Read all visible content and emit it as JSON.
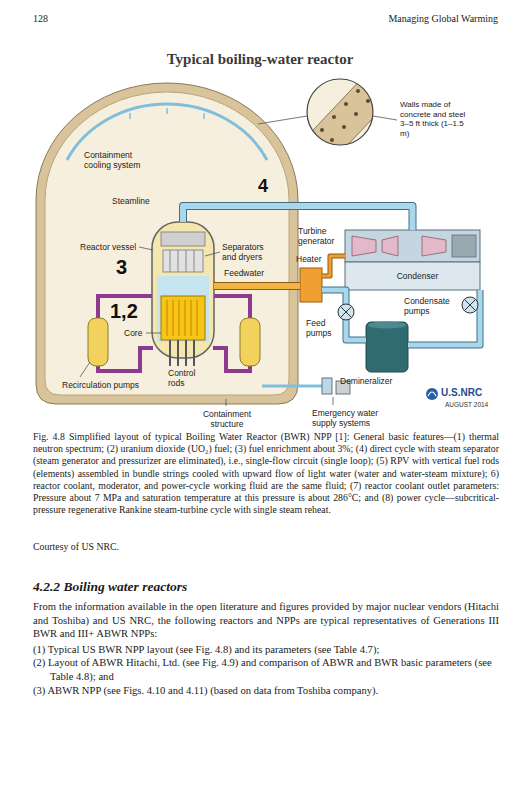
{
  "diagram": {
    "title": "Typical boiling-water reactor",
    "caption": "Fig. 4.8 Simplified layout of typical Boiling Water Reactor (BWR) NPP [1]: General basic features—(1) thermal neutron spectrum; (2) uranium dioxide (UO₂) fuel; (3) fuel enrichment about 3%; (4) direct cycle with steam separator (steam generator and pressurizer are eliminated), i.e., single-flow circuit (single loop); (5) RPV with vertical fuel rods (elements) assembled in bundle strings cooled with upward flow of light water (water and water-steam mixture); 6) reactor coolant, moderator, and power-cycle working fluid are the same fluid; (7) reactor coolant outlet parameters: Pressure about 7 MPa and saturation temperature at this pressure is about 286°C; and (8) power cycle—subcritical-pressure regenerative Rankine steam-turbine cycle with single steam reheat.",
    "nodes": [
      {
        "text": [
          "Containment structure"
        ]
      },
      {
        "text": [
          "Reactor vessel"
        ],
        "in": 0
      },
      {
        "text": [
          "Core"
        ],
        "in": 1
      },
      {
        "text": [
          "Turbine generator"
        ]
      },
      {
        "text": [
          "Heater"
        ]
      },
      {
        "text": [
          "Condenser"
        ]
      },
      {
        "text": [
          "Demineralizer"
        ]
      }
    ],
    "edges": [
      {
        "from": 1,
        "to": 3,
        "label": "Steamline",
        "arrow": "none"
      },
      {
        "from": 4,
        "to": 1,
        "label": "Feedwater",
        "arrow": "none"
      },
      {
        "from": 5,
        "to": 6,
        "arrow": "none"
      },
      {
        "from": 6,
        "to": 4,
        "arrow": "none"
      },
      {
        "from": 3,
        "to": 4,
        "arrow": "none"
      }
    ],
    "labels": [
      "128",
      "Managing Global Warming",
      "Walls made of concrete and steel 3–5 ft thick (1–1.5 m)",
      "Containment cooling system",
      "4",
      "Separators and dryers",
      "3",
      "1,2",
      "Control rods",
      "Recirculation pumps",
      "Feed pumps",
      "Condensate pumps",
      "Emergency water supply systems",
      "U.S.NRC",
      "AUGUST 2014",
      "Courtesy of US NRC.",
      "4.2.2 Boiling water reactors",
      "From the information available in the open literature and figures provided by major nuclear vendors (Hitachi and Toshiba) and US NRC, the following reactors and NPPs are typical representatives of Generations III BWR and III+ ABWR NPPs:",
      "(1) Typical US BWR NPP layout (see Fig. 4.8) and its parameters (see Table 4.7);",
      "(2) Layout of ABWR Hitachi, Ltd. (see Fig. 4.9) and comparison of ABWR and BWR basic parameters (see Table 4.8); and",
      "(3) ABWR NPP (see Figs. 4.10 and 4.11) (based on data from Toshiba company)."
    ]
  }
}
